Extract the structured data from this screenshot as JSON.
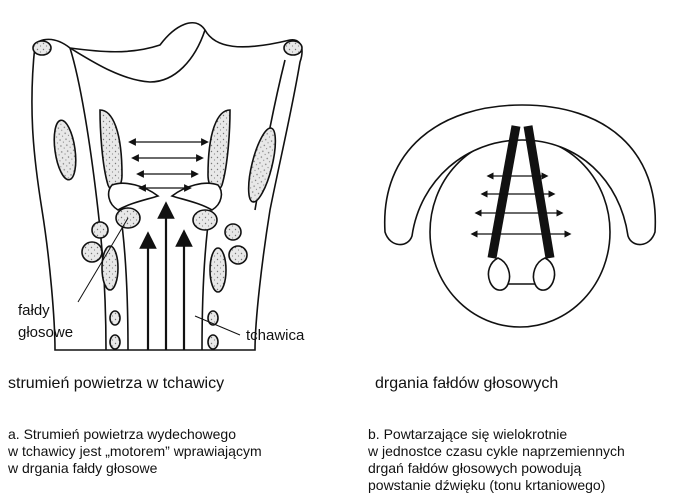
{
  "left_panel": {
    "labels": {
      "folds_line1": "fałdy",
      "folds_line2": "głosowe",
      "trachea": "tchawica"
    },
    "caption": "strumień powietrza w tchawicy",
    "description_lines": [
      "a. Strumień powietrza wydechowego",
      "w tchawicy jest „motorem” wprawiającym",
      "w drgania fałdy głosowe"
    ]
  },
  "right_panel": {
    "caption": "drgania fałdów głosowych",
    "description_lines": [
      "b.  Powtarzające  się  wielokrotnie",
      "w jednostce czasu cykle naprzemiennych",
      "drgań fałdów głosowych powodują",
      "powstanie dźwięku (tonu krtaniowego)"
    ]
  }
}
